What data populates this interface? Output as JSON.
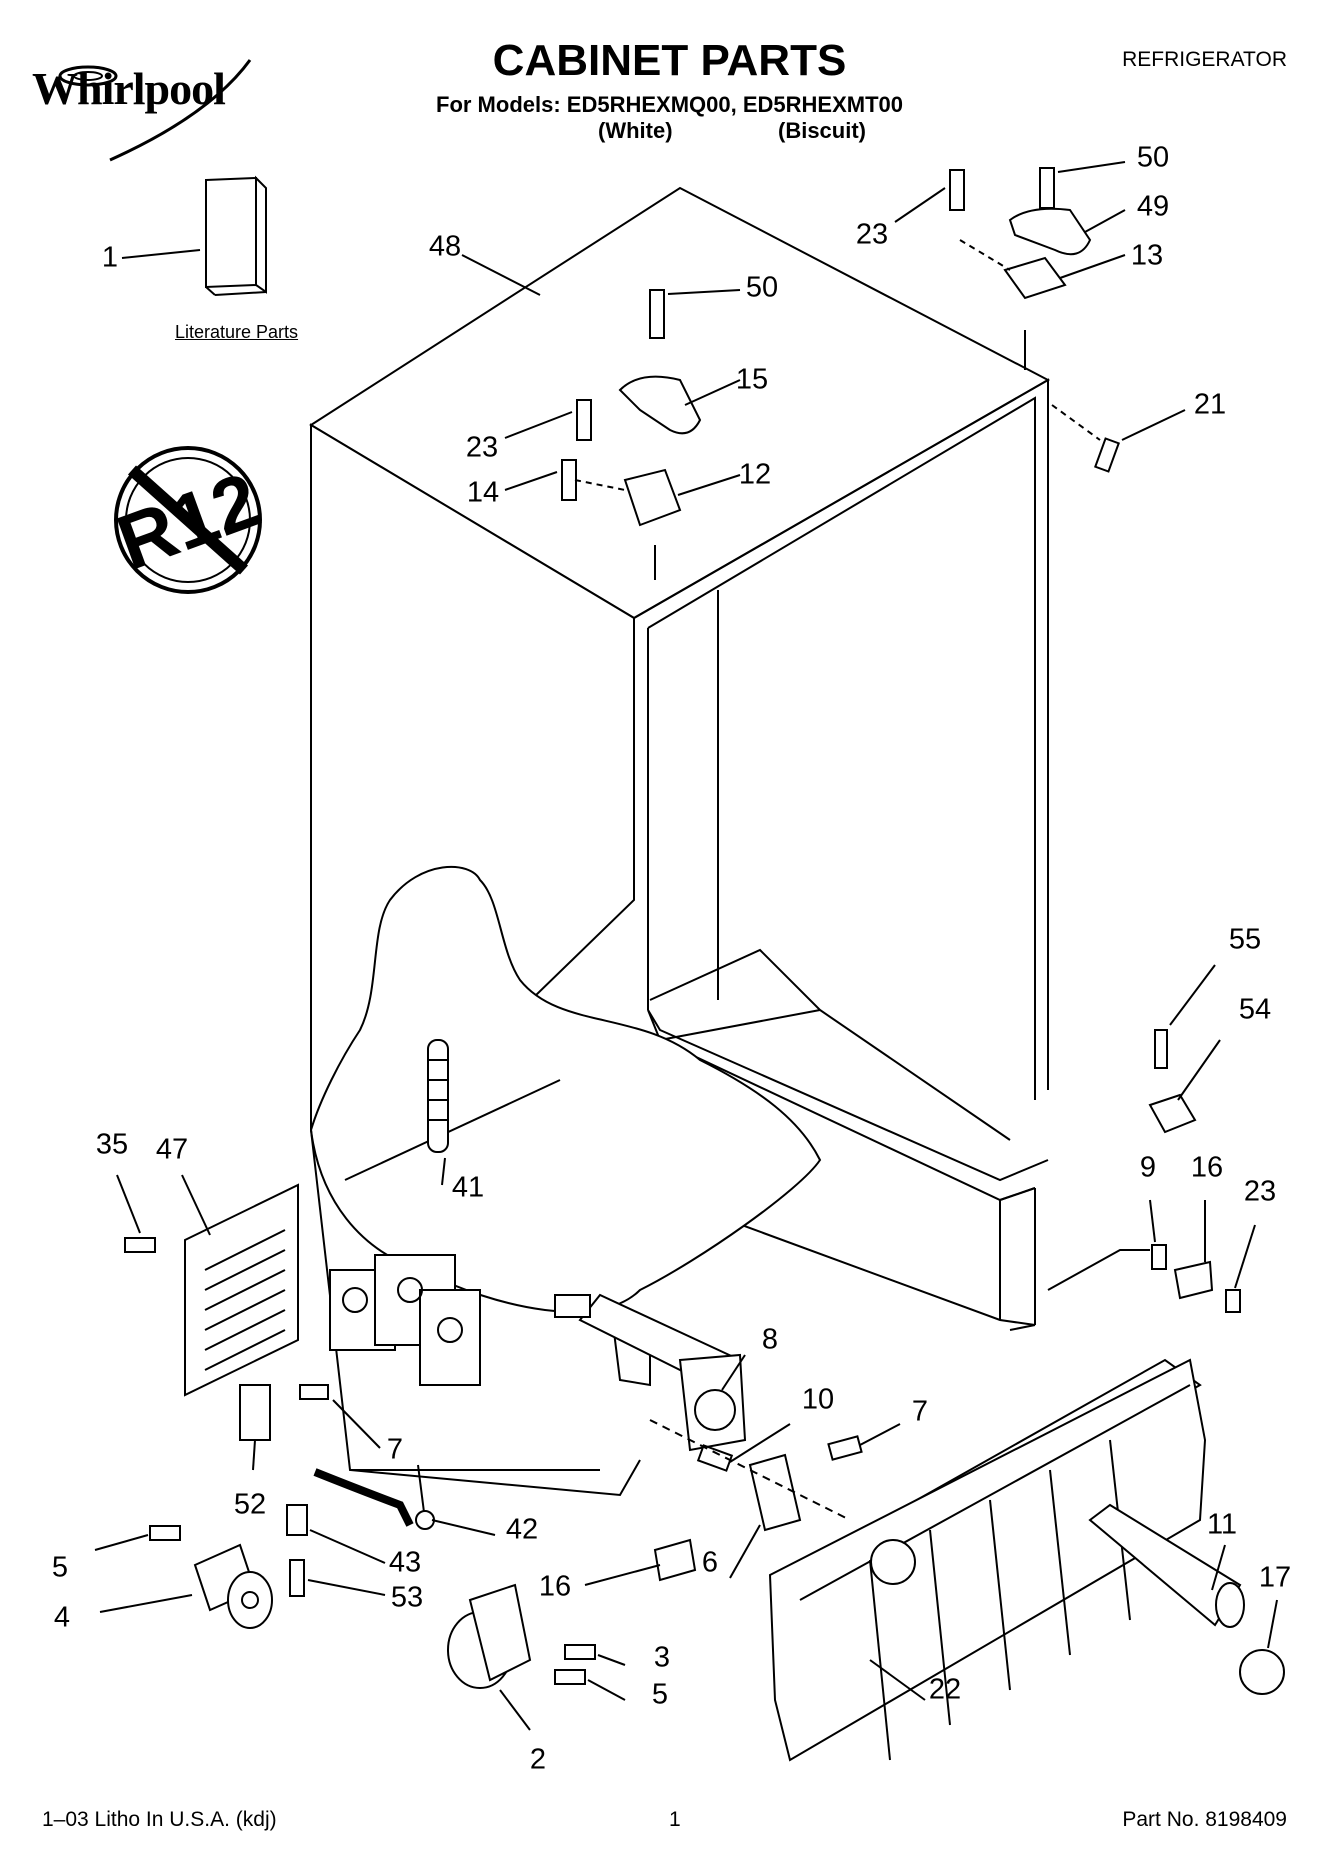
{
  "header": {
    "brand": "Whirlpool",
    "title": "CABINET PARTS",
    "models_line": "For Models: ED5RHEXMQ00, ED5RHEXMT00",
    "finish_1": "(White)",
    "finish_2": "(Biscuit)",
    "category": "REFRIGERATOR"
  },
  "badge": {
    "text": "R12",
    "meaning": "no-R12 prohibition symbol"
  },
  "literature_label": "Literature Parts",
  "callouts": [
    {
      "key": "c1",
      "label": "1"
    },
    {
      "key": "c48",
      "label": "48"
    },
    {
      "key": "c50a",
      "label": "50"
    },
    {
      "key": "c15",
      "label": "15"
    },
    {
      "key": "c23a",
      "label": "23"
    },
    {
      "key": "c14",
      "label": "14"
    },
    {
      "key": "c12",
      "label": "12"
    },
    {
      "key": "c23b",
      "label": "23"
    },
    {
      "key": "c50b",
      "label": "50"
    },
    {
      "key": "c49",
      "label": "49"
    },
    {
      "key": "c13",
      "label": "13"
    },
    {
      "key": "c21",
      "label": "21"
    },
    {
      "key": "c55",
      "label": "55"
    },
    {
      "key": "c54",
      "label": "54"
    },
    {
      "key": "c9",
      "label": "9"
    },
    {
      "key": "c16a",
      "label": "16"
    },
    {
      "key": "c23c",
      "label": "23"
    },
    {
      "key": "c35",
      "label": "35"
    },
    {
      "key": "c47",
      "label": "47"
    },
    {
      "key": "c41",
      "label": "41"
    },
    {
      "key": "c8",
      "label": "8"
    },
    {
      "key": "c10",
      "label": "10"
    },
    {
      "key": "c7a",
      "label": "7"
    },
    {
      "key": "c7b",
      "label": "7"
    },
    {
      "key": "c52",
      "label": "52"
    },
    {
      "key": "c42",
      "label": "42"
    },
    {
      "key": "c43",
      "label": "43"
    },
    {
      "key": "c5a",
      "label": "5"
    },
    {
      "key": "c4",
      "label": "4"
    },
    {
      "key": "c53",
      "label": "53"
    },
    {
      "key": "c16b",
      "label": "16"
    },
    {
      "key": "c6",
      "label": "6"
    },
    {
      "key": "c3",
      "label": "3"
    },
    {
      "key": "c5b",
      "label": "5"
    },
    {
      "key": "c2",
      "label": "2"
    },
    {
      "key": "c22",
      "label": "22"
    },
    {
      "key": "c11",
      "label": "11"
    },
    {
      "key": "c17",
      "label": "17"
    }
  ],
  "footer": {
    "left": "1–03 Litho In U.S.A. (kdj)",
    "page": "1",
    "part_no": "Part No. 8198409"
  }
}
